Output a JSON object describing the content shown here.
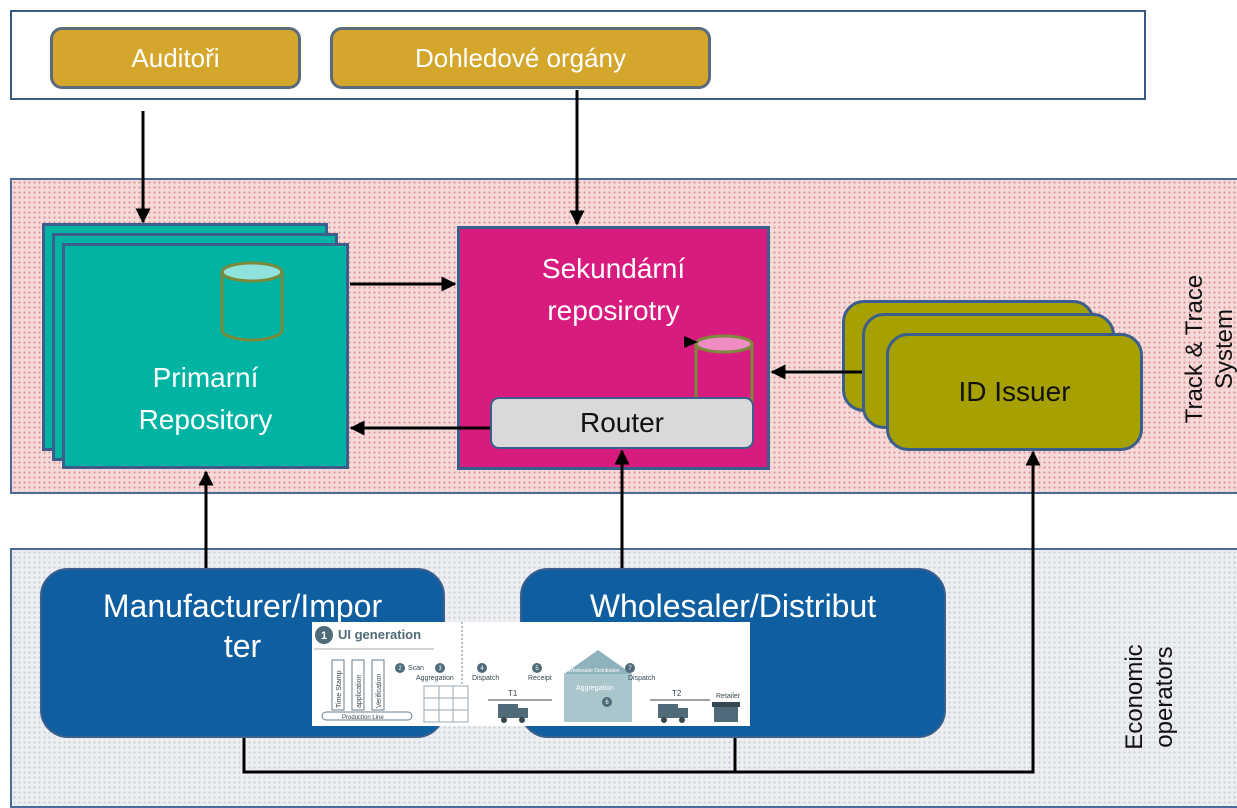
{
  "actors": {
    "auditors": "Auditoři",
    "supervisors": "Dohledové orgány"
  },
  "track_trace": {
    "band_label_line1": "Track & Trace",
    "band_label_line2": "System",
    "primary_repo_line1": "Primarní",
    "primary_repo_line2": "Repository",
    "secondary_repo_line1": "Sekundární",
    "secondary_repo_line2": "reposirotry",
    "router": "Router",
    "id_issuer": "ID Issuer"
  },
  "economic_operators": {
    "band_label_line1": "Economic",
    "band_label_line2": "operators",
    "manufacturer_line1": "Manufacturer/Impor",
    "manufacturer_line2": "ter",
    "wholesaler_line1": "Wholesaler/Distribut"
  },
  "inset": {
    "badge": "1",
    "title": "UI generation",
    "steps": [
      "Time Stamp",
      "application",
      "Verification",
      "Scan",
      "Aggregation",
      "Dispatch",
      "Receipt",
      "Wholesaler Distribution",
      "Aggregation",
      "Dispatch",
      "Retailer",
      "T1",
      "T2",
      "Production Line"
    ],
    "step_numbers": [
      "2",
      "3",
      "4",
      "5",
      "6",
      "7"
    ]
  },
  "colors": {
    "actor_fill": "#d4a72c",
    "primary_fill": "#00b3a3",
    "secondary_fill": "#d81b7e",
    "router_fill": "#d9d9d9",
    "id_issuer_fill": "#a6a100",
    "operator_fill": "#0f5fa0",
    "border": "#3b5e8c"
  }
}
